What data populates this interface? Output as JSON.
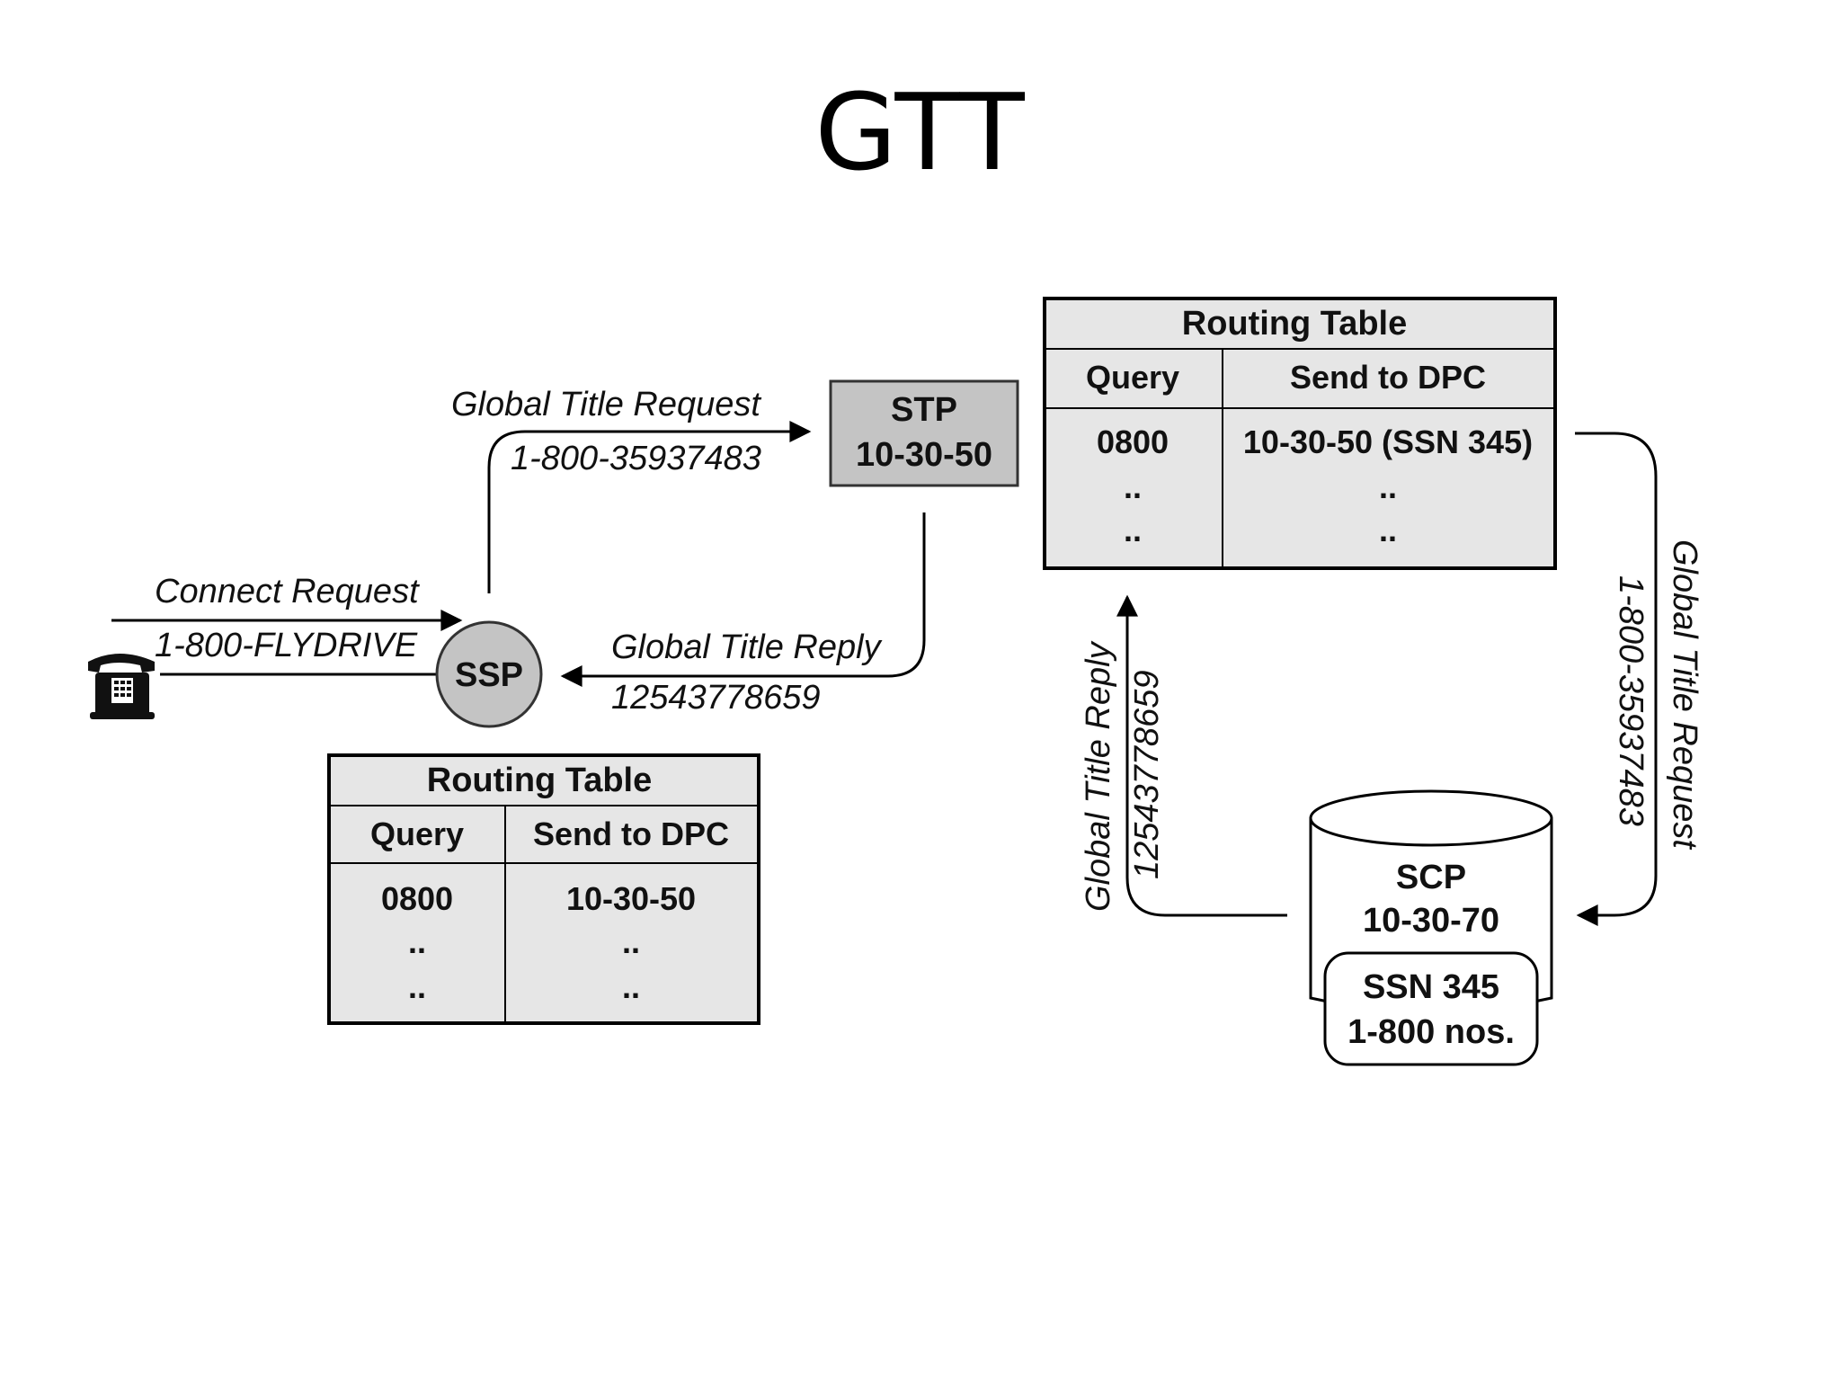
{
  "title": "GTT",
  "ssp": {
    "label": "SSP"
  },
  "stp": {
    "name": "STP",
    "code": "10-30-50"
  },
  "scp": {
    "name": "SCP",
    "code": "10-30-70",
    "ssn_line1": "SSN 345",
    "ssn_line2": "1-800 nos."
  },
  "connect_request": {
    "label": "Connect Request",
    "number": "1-800-FLYDRIVE"
  },
  "gt_request_1": {
    "label": "Global Title Request",
    "number": "1-800-35937483"
  },
  "gt_reply_1": {
    "label": "Global Title Reply",
    "number": "12543778659"
  },
  "gt_request_2": {
    "label": "Global Title Request",
    "number": "1-800-35937483"
  },
  "gt_reply_2": {
    "label": "Global Title Reply",
    "number": "12543778659"
  },
  "routing_table_stp": {
    "title": "Routing Table",
    "headers": [
      "Query",
      "Send to DPC"
    ],
    "rows": [
      [
        "0800",
        "10-30-50 (SSN 345)"
      ],
      [
        "..",
        ".."
      ],
      [
        "..",
        ".."
      ]
    ]
  },
  "routing_table_ssp": {
    "title": "Routing Table",
    "headers": [
      "Query",
      "Send to DPC"
    ],
    "rows": [
      [
        "0800",
        "10-30-50"
      ],
      [
        "..",
        ".."
      ],
      [
        "..",
        ".."
      ]
    ]
  },
  "colors": {
    "node_fill": "#c4c4c4",
    "table_fill": "#e6e6e6",
    "line": "#000000"
  }
}
